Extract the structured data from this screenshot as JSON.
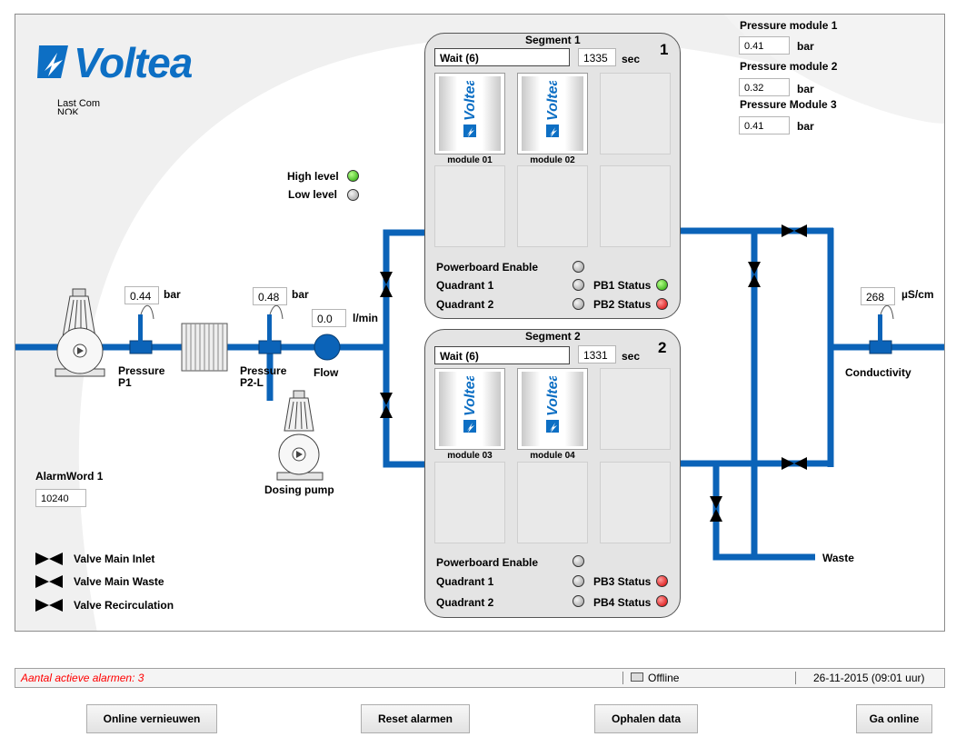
{
  "logo": {
    "text": "Voltea"
  },
  "last_com": {
    "line1": "Last Com",
    "line2": "NOK"
  },
  "levels": {
    "high": "High level",
    "low": "Low level"
  },
  "pressure_p1": {
    "value": "0.44",
    "unit": "bar",
    "label1": "Pressure",
    "label2": "P1"
  },
  "pressure_p2": {
    "value": "0.48",
    "unit": "bar",
    "label1": "Pressure",
    "label2": "P2-L"
  },
  "flow": {
    "value": "0.0",
    "unit": "l/min",
    "label": "Flow"
  },
  "dosing_pump": {
    "label": "Dosing pump"
  },
  "alarm_word": {
    "label": "AlarmWord 1",
    "value": "10240"
  },
  "legend": {
    "items": [
      "Valve Main Inlet",
      "Valve Main Waste",
      "Valve Recirculation"
    ]
  },
  "pressure_modules": [
    {
      "label": "Pressure module 1",
      "value": "0.41",
      "unit": "bar"
    },
    {
      "label": "Pressure module 2",
      "value": "0.32",
      "unit": "bar"
    },
    {
      "label": "Pressure Module 3",
      "value": "0.41",
      "unit": "bar"
    }
  ],
  "conductivity": {
    "value": "268",
    "unit": "µS/cm",
    "label": "Conductivity"
  },
  "waste": {
    "label": "Waste"
  },
  "segments": [
    {
      "title": "Segment 1",
      "number": "1",
      "state": "Wait (6)",
      "timer": "1335",
      "timer_unit": "sec",
      "modules": [
        "module 01",
        "module 02"
      ],
      "powerboard": "Powerboard Enable",
      "quadrant1": "Quadrant 1",
      "quadrant2": "Quadrant 2",
      "status1": "PB1 Status",
      "status2": "PB2 Status",
      "status1_color": "#1fa300",
      "status2_color": "#d50000"
    },
    {
      "title": "Segment 2",
      "number": "2",
      "state": "Wait (6)",
      "timer": "1331",
      "timer_unit": "sec",
      "modules": [
        "module 03",
        "module 04"
      ],
      "powerboard": "Powerboard Enable",
      "quadrant1": "Quadrant 1",
      "quadrant2": "Quadrant 2",
      "status1": "PB3 Status",
      "status2": "PB4 Status",
      "status1_color": "#d50000",
      "status2_color": "#d50000"
    }
  ],
  "statusbar": {
    "alarms": "Aantal actieve alarmen: 3",
    "connection": "Offline",
    "datetime": "26-11-2015 (09:01 uur)"
  },
  "buttons": {
    "refresh": "Online vernieuwen",
    "reset": "Reset alarmen",
    "fetch": "Ophalen data",
    "online": "Ga online"
  },
  "colors": {
    "pipe": "#0b63b8",
    "brand": "#0d6fc4",
    "alarm_text": "#ff0000"
  }
}
